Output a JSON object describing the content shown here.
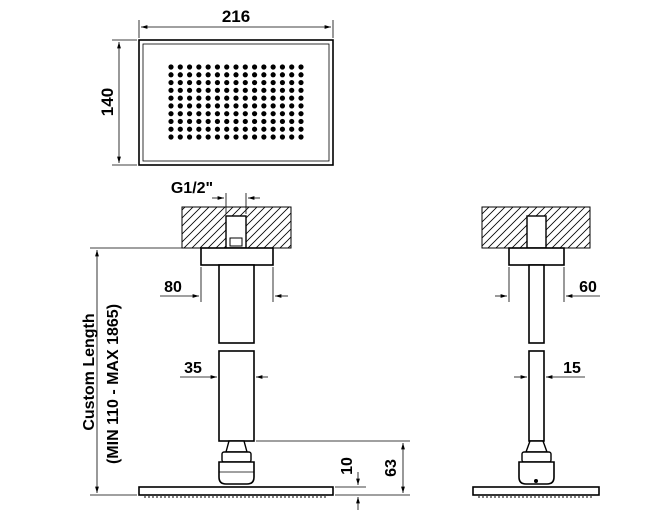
{
  "dimensions": {
    "top_width": "216",
    "top_height": "140",
    "thread": "G1/2\"",
    "front_arm_width": "80",
    "side_arm_width": "60",
    "front_pipe_width": "35",
    "side_pipe_width": "15",
    "head_thickness": "10",
    "joint_height": "63",
    "custom_length_line1": "Custom Length",
    "custom_length_line2": "(MIN 110 - MAX 1865)"
  },
  "top_view": {
    "nozzle_rows": 10,
    "nozzle_cols": 15
  }
}
